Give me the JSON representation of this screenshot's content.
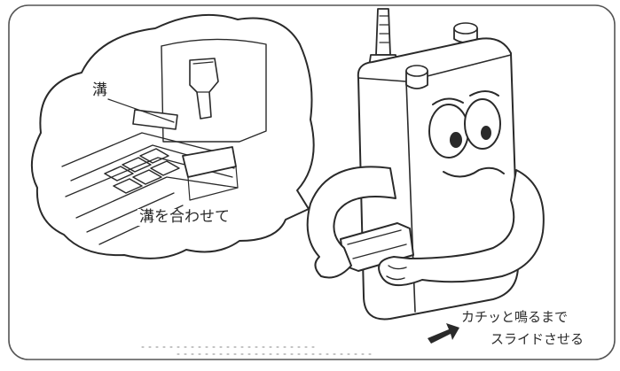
{
  "illustration": {
    "labels": {
      "groove": "溝",
      "align_grooves": "溝を合わせて",
      "click_line1": "カチッと鳴るまで",
      "click_line2": "スライドさせる"
    },
    "colors": {
      "line": "#2a2a2a",
      "frame": "#555555",
      "background": "#ffffff"
    }
  }
}
